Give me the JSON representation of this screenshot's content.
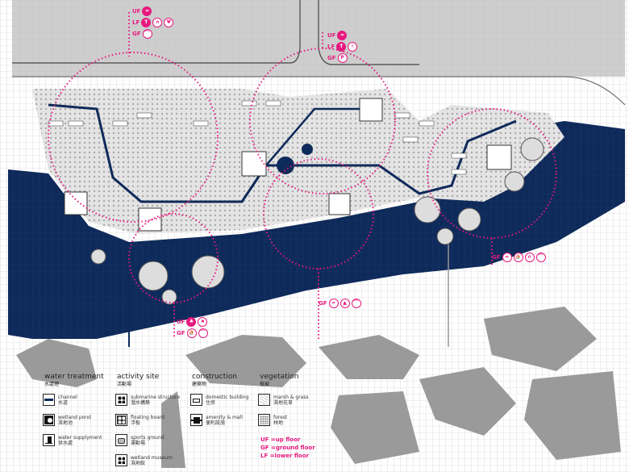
{
  "colors": {
    "water": "#0e2a5a",
    "accent": "#e6197f",
    "grid": "#c8c8c8",
    "built": "#9a9a9a"
  },
  "floor_labels": [
    {
      "id": "north-west",
      "rows": [
        {
          "floor": "UF",
          "icons": [
            "swimming-icon"
          ]
        },
        {
          "floor": "LF",
          "icons": [
            "toilet-icon",
            "door-icon",
            "restaurant-icon"
          ]
        },
        {
          "floor": "GF",
          "icons": [
            "fishing-icon"
          ]
        }
      ]
    },
    {
      "id": "north-center",
      "rows": [
        {
          "floor": "UF",
          "icons": [
            "swimming-icon"
          ]
        },
        {
          "floor": "LF",
          "icons": [
            "toilet-icon",
            "sunbathing-icon"
          ]
        },
        {
          "floor": "GF",
          "icons": [
            "parking-icon"
          ]
        }
      ]
    },
    {
      "id": "east",
      "rows": [
        {
          "floor": "GF",
          "icons": [
            "swimming-icon",
            "boat-icon",
            "door-icon",
            "fishing-icon"
          ]
        }
      ]
    },
    {
      "id": "center",
      "rows": [
        {
          "floor": "GF",
          "icons": [
            "swimming-icon",
            "museum-icon",
            "fishing-icon"
          ]
        }
      ]
    },
    {
      "id": "south-west",
      "rows": [
        {
          "floor": "UF",
          "icons": [
            "playground-icon",
            "tree-icon"
          ]
        },
        {
          "floor": "GF",
          "icons": [
            "boat-icon",
            "fishing-icon"
          ]
        }
      ]
    }
  ],
  "legend": {
    "groups": [
      {
        "title": "water treatment",
        "title_zh": "水處理",
        "items": [
          {
            "label": "channel",
            "zh": "水道",
            "icon": "channel-icon"
          },
          {
            "label": "wetland pond",
            "zh": "濕地池",
            "icon": "wetland-pond-icon"
          },
          {
            "label": "water supplyment",
            "zh": "供水處",
            "icon": "water-supply-icon"
          }
        ]
      },
      {
        "title": "activity site",
        "title_zh": "活動場",
        "items": [
          {
            "label": "submarine structure",
            "zh": "潛水構築",
            "icon": "submarine-structure-icon"
          },
          {
            "label": "floating board",
            "zh": "浮板",
            "icon": "floating-board-icon"
          },
          {
            "label": "sports ground",
            "zh": "運動場",
            "icon": "sports-ground-icon"
          },
          {
            "label": "wetland museum",
            "zh": "濕地館",
            "icon": "wetland-museum-icon"
          }
        ]
      },
      {
        "title": "construction",
        "title_zh": "建築物",
        "items": [
          {
            "label": "domestic building",
            "zh": "住房",
            "icon": "domestic-building-icon"
          },
          {
            "label": "amenity & mall",
            "zh": "便利設施",
            "icon": "amenity-mall-icon"
          }
        ]
      },
      {
        "title": "vegetation",
        "title_zh": "植被",
        "items": [
          {
            "label": "marsh & grass",
            "zh": "濕地花草",
            "icon": "marsh-grass-icon"
          },
          {
            "label": "forest",
            "zh": "林地",
            "icon": "forest-icon"
          }
        ]
      }
    ],
    "floor_key": [
      {
        "abbr": "UF",
        "text": "=up floor"
      },
      {
        "abbr": "GF",
        "text": "=ground floor"
      },
      {
        "abbr": "LF",
        "text": "=lower floor"
      }
    ]
  }
}
